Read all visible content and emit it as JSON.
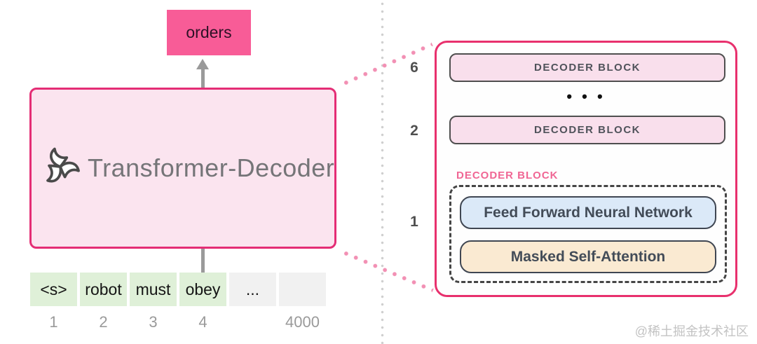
{
  "left": {
    "output_token": "orders",
    "decoder_box_label": "Transformer-Decoder",
    "logo_icon": "openai-swirl-icon",
    "input_tokens": [
      {
        "text": "<s>",
        "index": "1",
        "highlighted": true
      },
      {
        "text": "robot",
        "index": "2",
        "highlighted": true
      },
      {
        "text": "must",
        "index": "3",
        "highlighted": true
      },
      {
        "text": "obey",
        "index": "4",
        "highlighted": true
      },
      {
        "text": "...",
        "index": "",
        "highlighted": false
      },
      {
        "text": "",
        "index": "4000",
        "highlighted": false
      }
    ]
  },
  "right": {
    "stack": [
      {
        "num": "6",
        "label": "DECODER BLOCK"
      },
      {
        "num": "2",
        "label": "DECODER BLOCK"
      }
    ],
    "ellipsis": "• • •",
    "detail": {
      "num": "1",
      "title": "DECODER BLOCK",
      "components": [
        "Feed Forward Neural Network",
        "Masked Self-Attention"
      ]
    }
  },
  "watermark": "@稀土掘金技术社区",
  "colors": {
    "accent_pink": "#E8306D",
    "orders_pink": "#F85C97",
    "box_fill_pink": "#FBE4EF",
    "block_fill_pink": "#F9DFEC",
    "token_green": "#DFF0D8",
    "token_gray": "#F1F1F1",
    "ffnn_blue": "#DBE9F8",
    "attention_orange": "#FAEAD2",
    "arrow_gray": "#9a9a9a"
  }
}
